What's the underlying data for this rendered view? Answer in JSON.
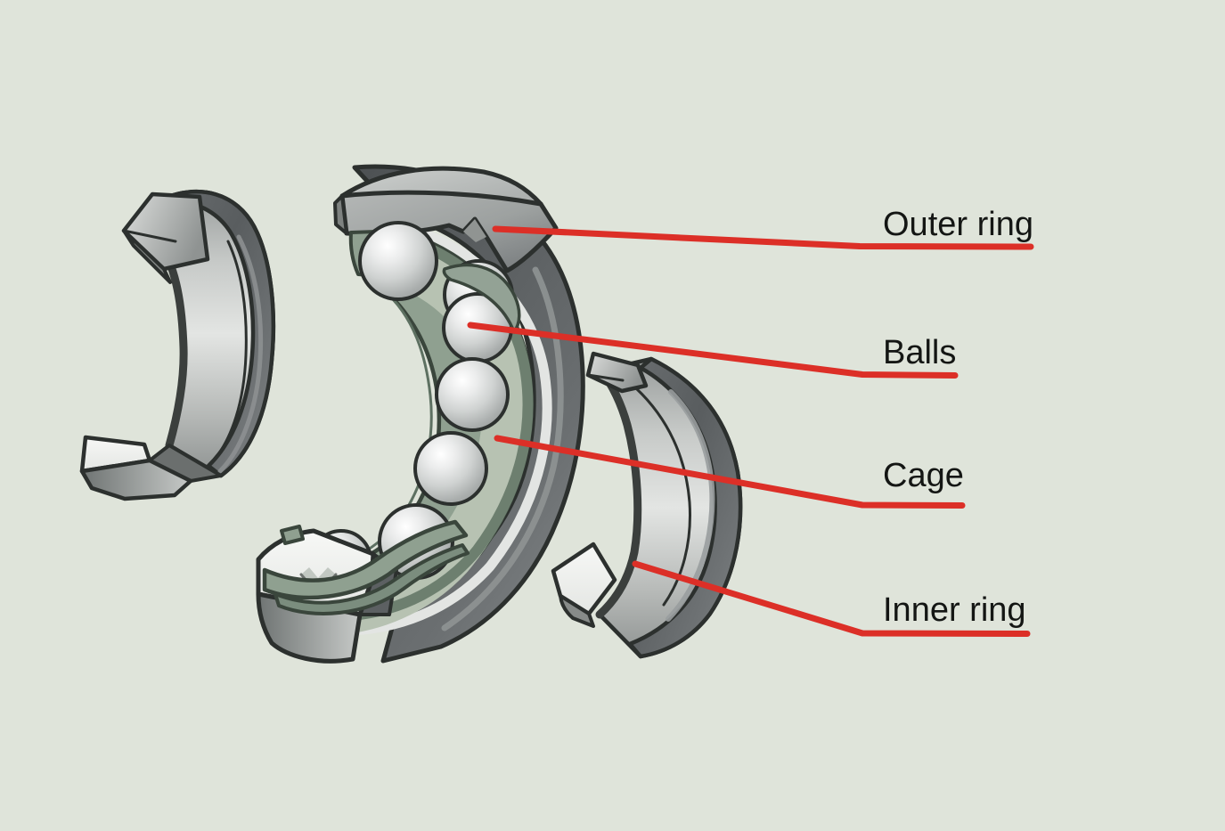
{
  "diagram": {
    "description": "Exploded sectioned view of a deep-groove ball bearing",
    "colors": {
      "background": "#dfe4da",
      "leader_line": "#dc2f27",
      "label_text": "#141614",
      "cage_green": "#8fa090",
      "cage_green_light": "#b7c2b2",
      "cage_green_dark": "#6d7f6f",
      "metal_dark": "#5c6062",
      "metal_light": "#e3e5e3",
      "outline": "#2c302e"
    },
    "labels": [
      {
        "id": "outer-ring",
        "text": "Outer ring"
      },
      {
        "id": "balls",
        "text": "Balls"
      },
      {
        "id": "cage",
        "text": "Cage"
      },
      {
        "id": "inner-ring",
        "text": "Inner ring"
      }
    ]
  }
}
